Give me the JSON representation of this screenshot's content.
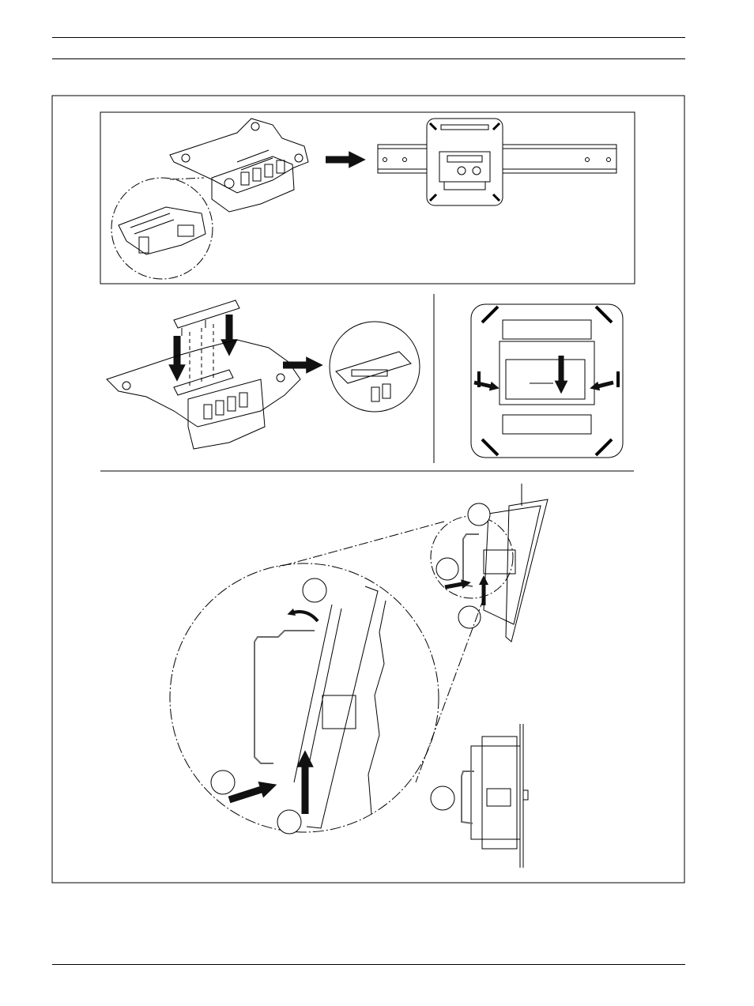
{
  "page": {
    "header_rules": 2,
    "footer_rules": 1
  },
  "figure": {
    "panels": [
      {
        "step": "mount-base-on-din-rail",
        "arrows": [
          "right-arrow-icon"
        ]
      },
      {
        "step": "attach-connector-strip",
        "arrows": [
          "down-arrow-icon",
          "down-arrow-icon",
          "right-arrow-icon"
        ]
      },
      {
        "step": "snap-in-module-top-view",
        "arrows": [
          "left-arrow-icon",
          "right-arrow-icon",
          "down-arrow-icon"
        ]
      },
      {
        "step": "hook-onto-rail-side-view",
        "arrows": [
          "curved-arrow-icon",
          "right-arrow-icon",
          "up-arrow-icon"
        ]
      }
    ],
    "callout_labels": [
      "",
      "",
      "",
      "",
      "",
      "",
      ""
    ],
    "colors": {
      "line": "#000000",
      "rail": "#6a6a6a",
      "arrow": "#111111"
    }
  }
}
